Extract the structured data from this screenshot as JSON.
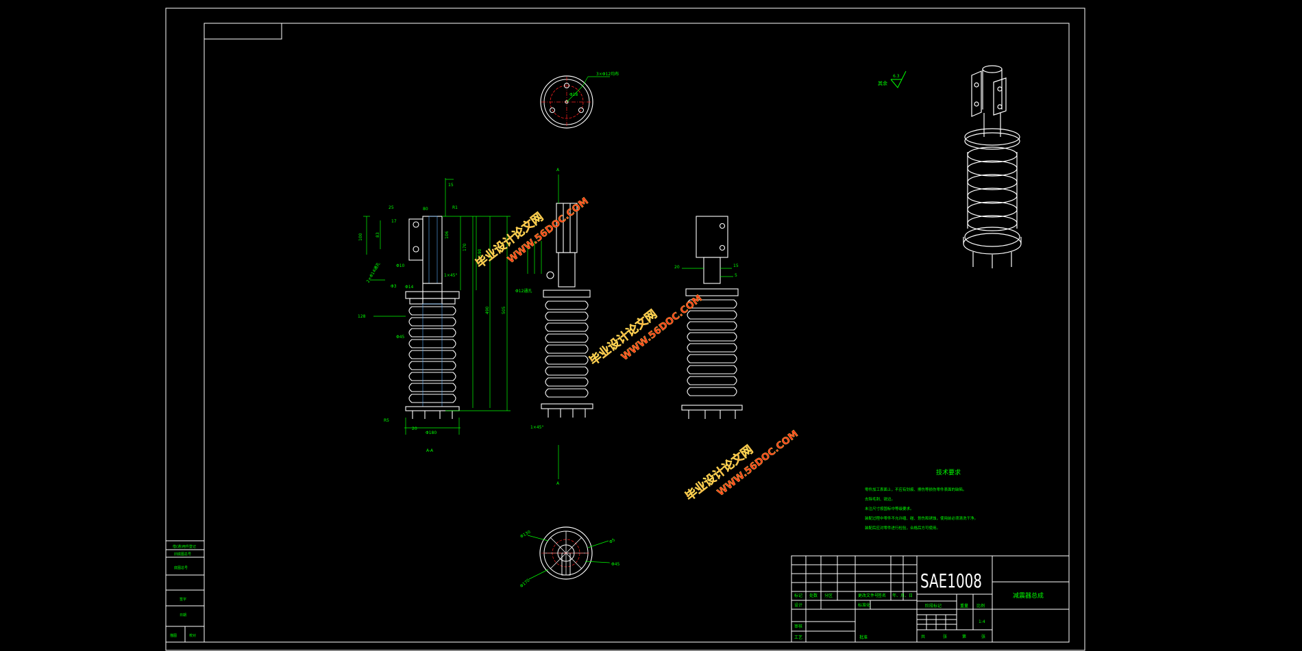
{
  "drawing": {
    "material": "SAE1008",
    "part_name": "减震器总成",
    "scale": "1:4"
  },
  "views": {
    "section_label": "A-A",
    "arrow_label_top": "A",
    "arrow_label_bottom": "A",
    "top_view_note": "3×Φ12均布",
    "top_view_center_dia": "Φ18",
    "bottom_view_d1": "Φ130",
    "bottom_view_d2": "Φ5",
    "bottom_view_d3": "Φ45",
    "bottom_view_d4": "Φ170",
    "roughness_label": "其余",
    "roughness_value": "6.3"
  },
  "dimensions": {
    "d_25": "25",
    "d_80": "80",
    "d_r1": "R1",
    "d_15": "15",
    "d_17": "17",
    "d_100": "100",
    "d_83": "83",
    "d_106": "106",
    "d_170": "170",
    "d_190": "190",
    "d_490": "490",
    "d_505": "505",
    "d_phi10": "Φ10",
    "d_phi14": "Φ14",
    "d_1x45": "1×45°",
    "d_2xphi14": "2×Φ14通孔",
    "d_128": "128",
    "d_phi45": "Φ45",
    "d_r5": "R5",
    "d_20": "20",
    "d_phi180": "Φ180",
    "d_mid_1x45": "1×45°",
    "d_phi12": "Φ12通孔",
    "d_right_20": "20",
    "d_right_15": "15",
    "d_right_5": "5"
  },
  "tech_requirements": {
    "title": "技术要求",
    "lines": [
      "零件加工表面上，不应有划痕、擦伤等损伤零件表面的缺陷。",
      "去除毛刺、锐边。",
      "未注尺寸按国标中等级要求。",
      "装配过程中零件不允许磕、碰、划伤和锈蚀，使用前必须清洗干净。",
      "装配后应对零件进行检验，合格后方可使用。"
    ]
  },
  "title_block": {
    "row1": [
      "标记",
      "处数",
      "分区",
      "更改文件号",
      "签名",
      "年、月、日"
    ],
    "row2": [
      "设计",
      "标准化",
      "阶段标记",
      "重量",
      "比例"
    ],
    "row3": [
      "审核"
    ],
    "row4": [
      "工艺",
      "批准"
    ],
    "row5": [
      "共",
      "张",
      "第",
      "张"
    ]
  },
  "left_stamp": {
    "rows": [
      "借(通)用件登记",
      "旧底图总号",
      "底图总号",
      "签字",
      "日期"
    ],
    "bottom": [
      "描图",
      "校对"
    ]
  },
  "watermark": {
    "brand": "毕业设计论文网",
    "url": "WWW.56DOC.COM"
  },
  "colors": {
    "line": "#ffffff",
    "dim": "#00ff00",
    "center": "#ff2020",
    "hatch": "#5ab0ff",
    "watermark": "#ff3a1a"
  }
}
